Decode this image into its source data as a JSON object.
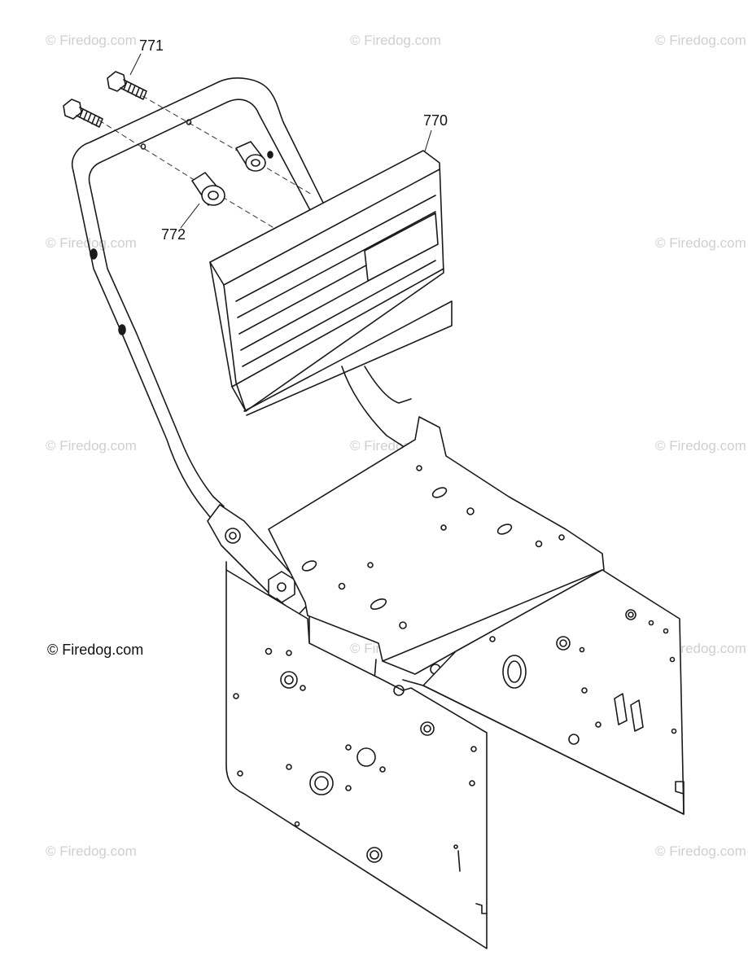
{
  "diagram": {
    "callouts": [
      "771",
      "770",
      "772"
    ],
    "copyright": "© Firedog.com",
    "watermark": "© Firedog.com",
    "stroke_color": "#1a1a1a",
    "watermark_color": "#cfcfcf"
  }
}
